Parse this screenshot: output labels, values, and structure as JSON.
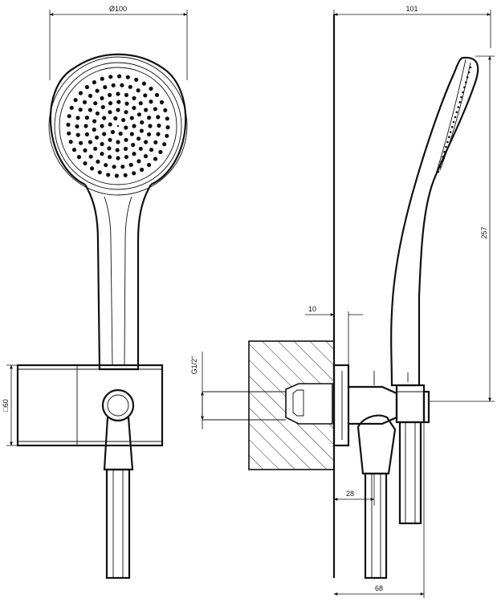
{
  "drawing": {
    "dimensions": {
      "head_diameter": "Ø100",
      "overall_depth": "101",
      "handshower_length": "257",
      "plate_offset": "10",
      "thread": "G1/2\"",
      "plate_size": "□60",
      "outlet_offset": "28",
      "projection": "68"
    }
  }
}
